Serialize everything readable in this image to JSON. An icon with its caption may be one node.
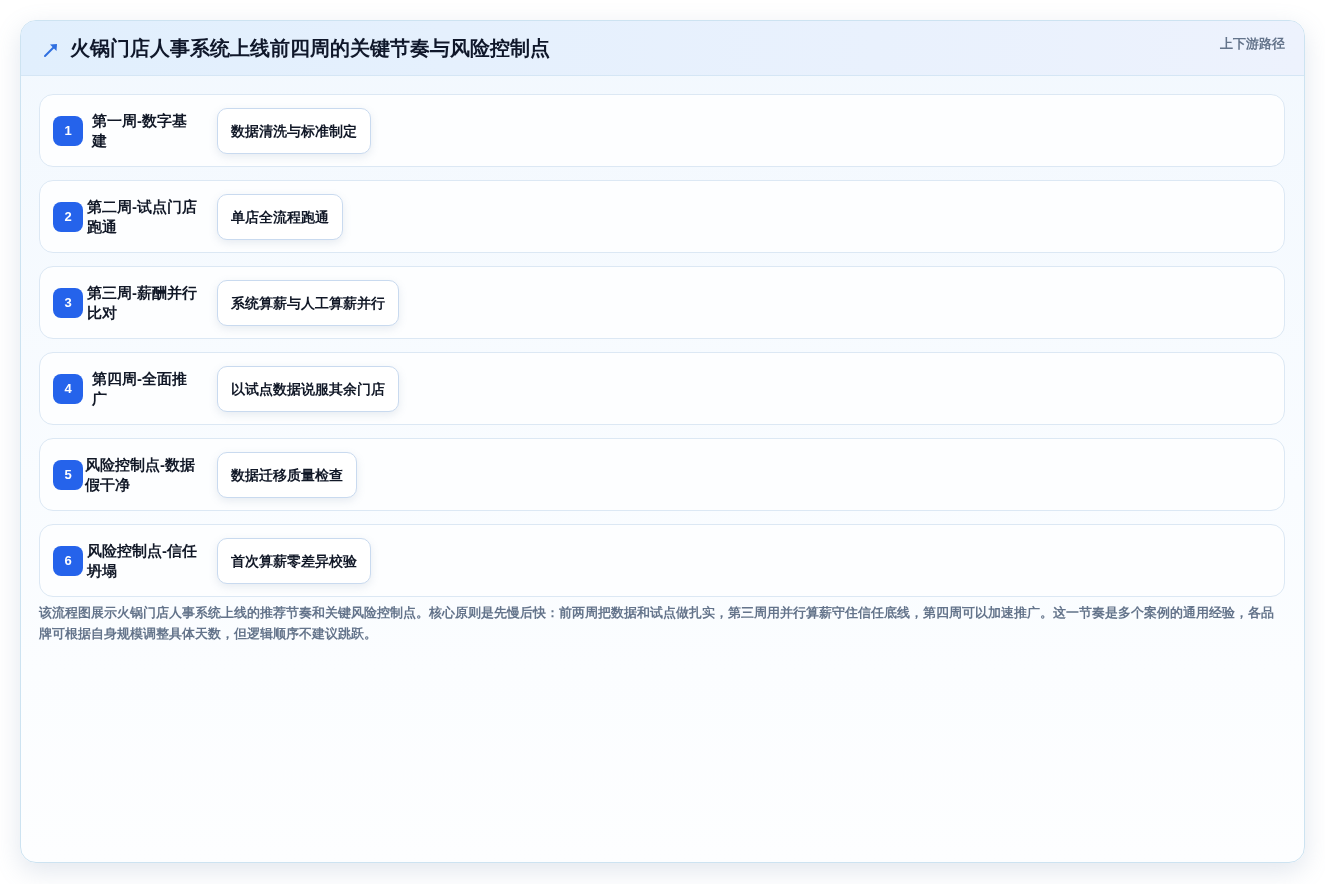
{
  "diagram": {
    "title": "火锅门店人事系统上线前四周的关键节奏与风险控制点",
    "nodes": [
      {
        "text": [
          "第一周-数字基建"
        ]
      },
      {
        "text": [
          "1"
        ],
        "in": 0
      },
      {
        "text": [
          "数据清洗与标准制定"
        ],
        "in": 0
      },
      {
        "text": [
          "第二周-试点门店跑通"
        ]
      },
      {
        "text": [
          "2"
        ],
        "in": 3
      },
      {
        "text": [
          "单店全流程跑通"
        ],
        "in": 3
      },
      {
        "text": [
          "第三周-薪酬并行比对"
        ]
      },
      {
        "text": [
          "3"
        ],
        "in": 6
      },
      {
        "text": [
          "系统算薪与人工算薪并行"
        ],
        "in": 6
      },
      {
        "text": [
          "第四周-全面推广"
        ]
      },
      {
        "text": [
          "4"
        ],
        "in": 9
      },
      {
        "text": [
          "以试点数据说服其余门店"
        ],
        "in": 9
      },
      {
        "text": [
          "风险控制点-数据假干净"
        ]
      },
      {
        "text": [
          "5"
        ],
        "in": 12
      },
      {
        "text": [
          "数据迁移质量检查"
        ],
        "in": 12
      },
      {
        "text": [
          "风险控制点-信任坍塌"
        ]
      },
      {
        "text": [
          "6"
        ],
        "in": 15
      },
      {
        "text": [
          "首次算薪零差异校验"
        ],
        "in": 15
      }
    ],
    "labels": [
      "上下游路径"
    ],
    "caption": "该流程图展示火锅门店人事系统上线的推荐节奏和关键风险控制点。核心原则是先慢后快：前两周把数据和试点做扎实，第三周用并行算薪守住信任底线，第四周可以加速推广。这一节奏是多个案例的通用经验，各品牌可根据自身规模调整具体天数，但逻辑顺序不建议跳跃。"
  }
}
